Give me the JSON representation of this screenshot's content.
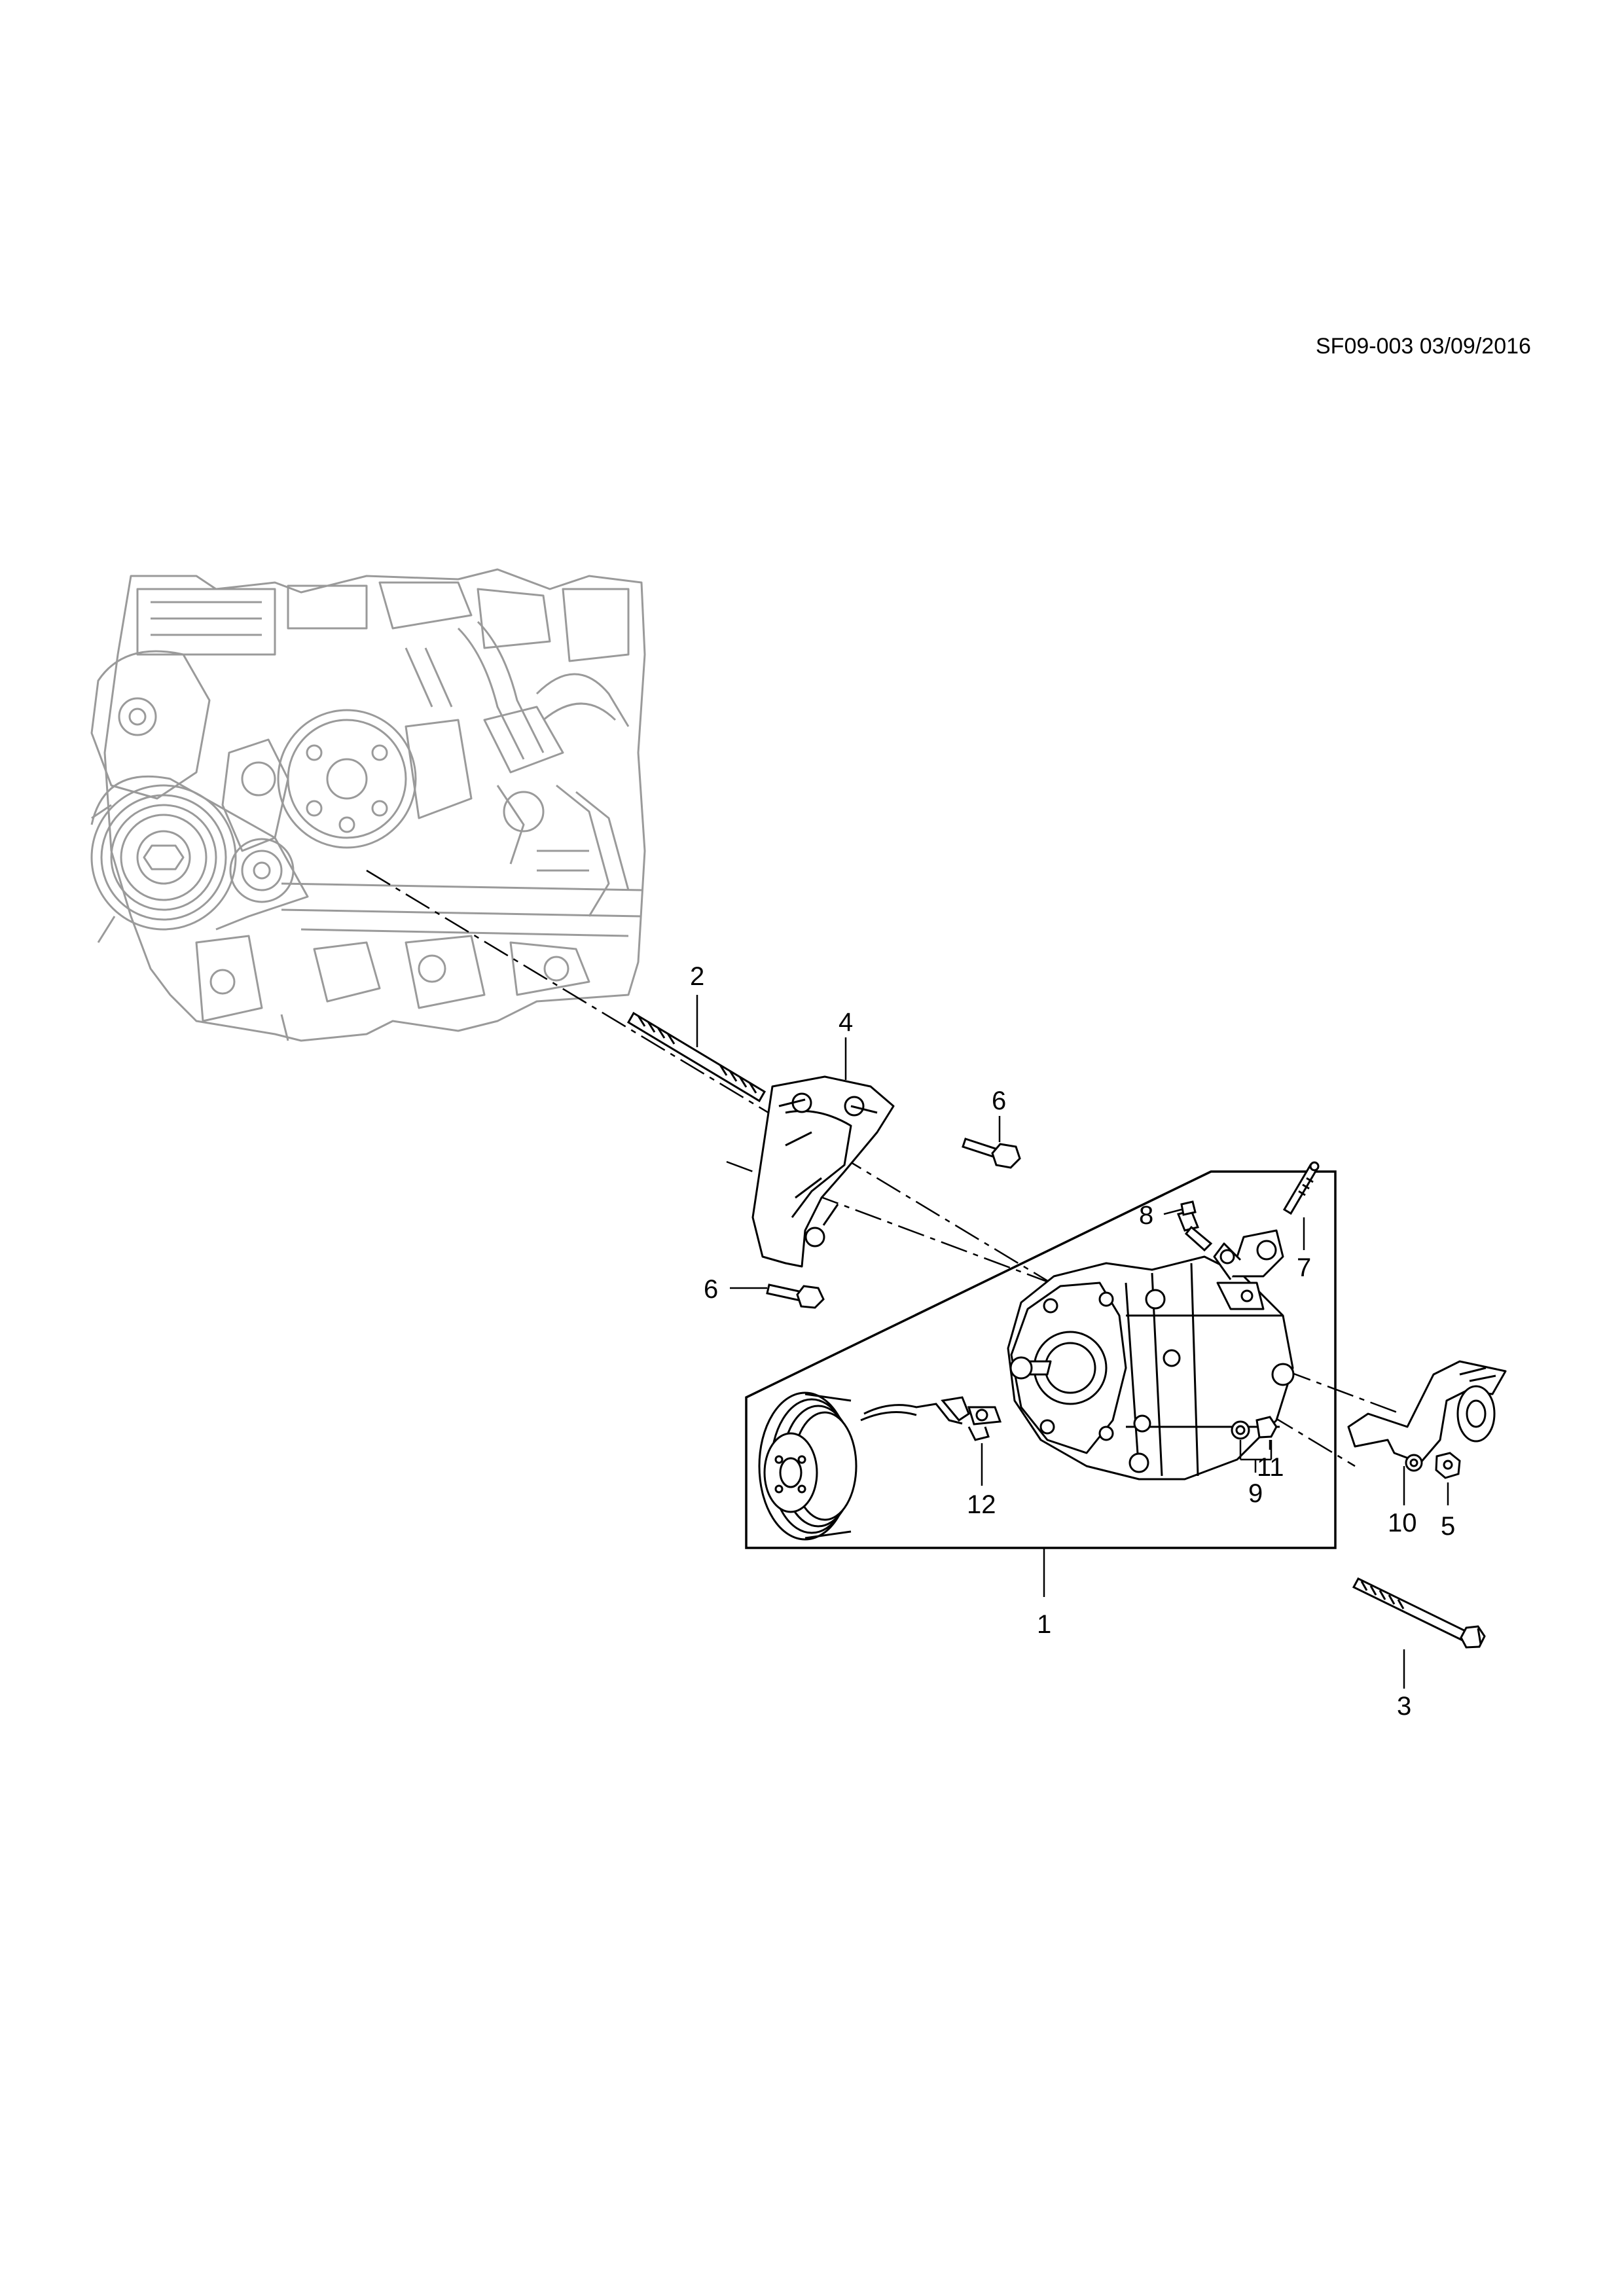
{
  "diagram": {
    "reference": "SF09-003 03/09/2016",
    "callouts": {
      "c1": "1",
      "c2": "2",
      "c3": "3",
      "c4": "4",
      "c5": "5",
      "c6a": "6",
      "c6b": "6",
      "c7": "7",
      "c8": "8",
      "c9": "9",
      "c10": "10",
      "c11": "11",
      "c12": "12"
    }
  }
}
